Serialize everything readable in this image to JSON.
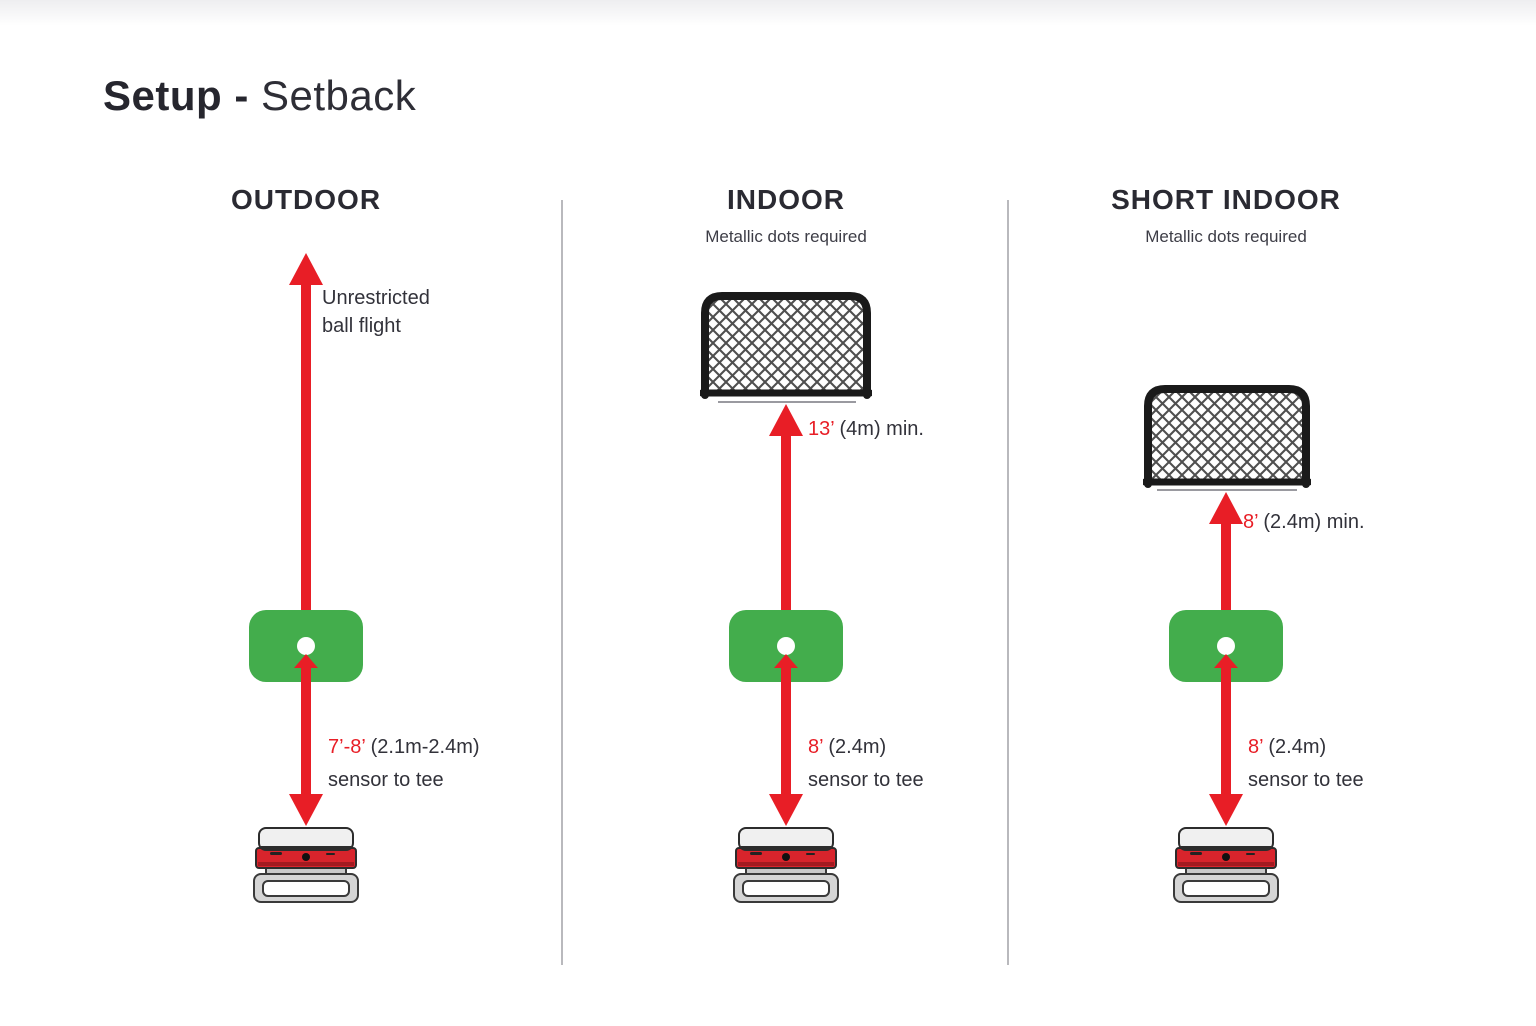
{
  "title": {
    "bold": "Setup",
    "separator": " - ",
    "regular": "Setback"
  },
  "colors": {
    "accent_red": "#e81e26",
    "mat_green": "#43ad4c",
    "dark_text": "#2c2c34",
    "divider_gray": "#b9b9bd",
    "device_red_band": "#d8242c"
  },
  "columns": [
    {
      "header": "OUTDOOR",
      "subtitle": "",
      "top_note_line1": "Unrestricted",
      "top_note_line2": "ball flight",
      "bottom_value": "7’-8’",
      "bottom_rest": " (2.1m-2.4m)",
      "bottom_line2": "sensor to tee"
    },
    {
      "header": "INDOOR",
      "subtitle": "Metallic dots required",
      "top_value": "13’",
      "top_rest": " (4m) min.",
      "bottom_value": "8’",
      "bottom_rest": " (2.4m)",
      "bottom_line2": "sensor to tee"
    },
    {
      "header": "SHORT INDOOR",
      "subtitle": "Metallic dots required",
      "top_value": "8’",
      "top_rest": " (2.4m) min.",
      "bottom_value": "8’",
      "bottom_rest": " (2.4m)",
      "bottom_line2": "sensor to tee"
    }
  ]
}
